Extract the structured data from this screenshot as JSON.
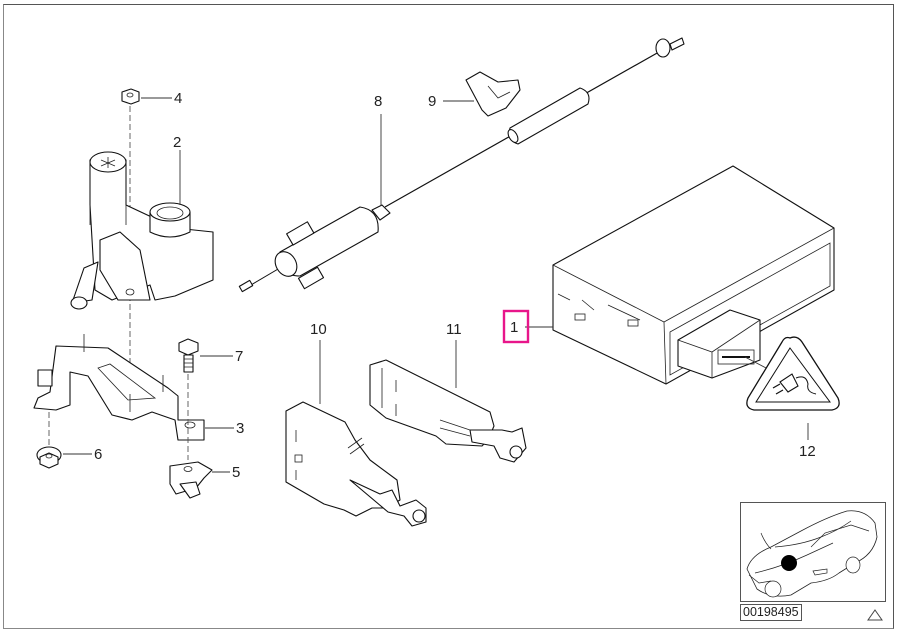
{
  "diagram": {
    "title": "Parts diagram - control unit assembly",
    "callouts": [
      {
        "id": "1",
        "label": "1",
        "highlighted": true
      },
      {
        "id": "2",
        "label": "2"
      },
      {
        "id": "3",
        "label": "3"
      },
      {
        "id": "4",
        "label": "4"
      },
      {
        "id": "5",
        "label": "5"
      },
      {
        "id": "6",
        "label": "6"
      },
      {
        "id": "7",
        "label": "7"
      },
      {
        "id": "8",
        "label": "8"
      },
      {
        "id": "9",
        "label": "9"
      },
      {
        "id": "10",
        "label": "10"
      },
      {
        "id": "11",
        "label": "11"
      },
      {
        "id": "12",
        "label": "12"
      }
    ],
    "highlight_color": "#e8168a",
    "line_color": "#111111"
  },
  "thumbnail": {
    "icon": "car-location-icon",
    "reference_number": "00198495"
  },
  "corner_icon": "triangle-icon"
}
